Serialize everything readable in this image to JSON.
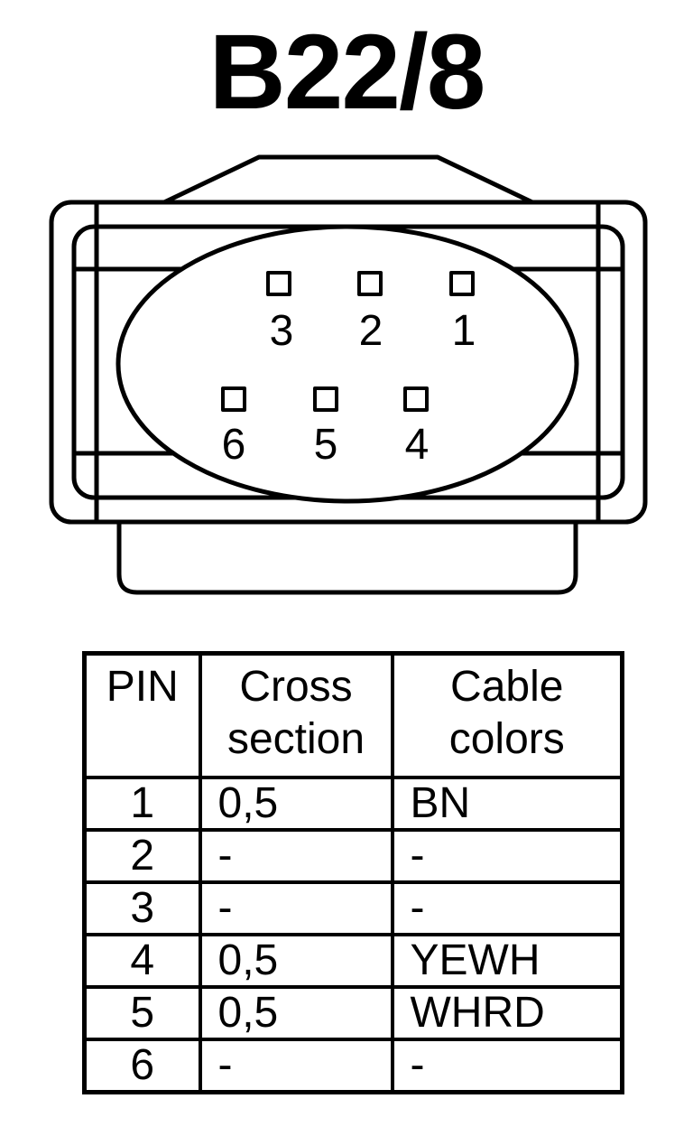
{
  "title": "B22/8",
  "connector": {
    "pins": [
      {
        "label": "3"
      },
      {
        "label": "2"
      },
      {
        "label": "1"
      },
      {
        "label": "6"
      },
      {
        "label": "5"
      },
      {
        "label": "4"
      }
    ]
  },
  "table": {
    "headers": {
      "pin": "PIN",
      "cross_section": [
        "Cross",
        "section"
      ],
      "cable_colors": [
        "Cable",
        "colors"
      ]
    },
    "rows": [
      {
        "pin": "1",
        "cross_section": "0,5",
        "color": "BN"
      },
      {
        "pin": "2",
        "cross_section": "-",
        "color": "-"
      },
      {
        "pin": "3",
        "cross_section": "-",
        "color": "-"
      },
      {
        "pin": "4",
        "cross_section": "0,5",
        "color": "YEWH"
      },
      {
        "pin": "5",
        "cross_section": "0,5",
        "color": "WHRD"
      },
      {
        "pin": "6",
        "cross_section": "-",
        "color": "-"
      }
    ]
  }
}
